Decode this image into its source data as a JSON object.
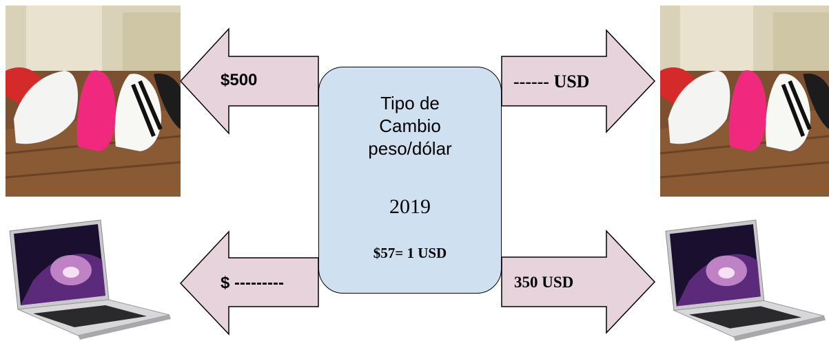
{
  "center": {
    "title_lines": [
      "Tipo de",
      "Cambio",
      "peso/dólar"
    ],
    "year": "2019",
    "rate": "$57= 1 USD"
  },
  "arrows": {
    "top_left_value": "$500",
    "top_right_value": "------ USD",
    "bottom_left_value": "$ ---------",
    "bottom_right_value": "350 USD"
  },
  "colors": {
    "arrow_fill": "#e7d3dc",
    "center_fill": "#cfe0f0",
    "stroke": "#000000"
  },
  "images": {
    "top_left": "sneakers-photo",
    "top_right": "sneakers-photo",
    "bottom_left": "laptop-photo",
    "bottom_right": "laptop-photo"
  }
}
